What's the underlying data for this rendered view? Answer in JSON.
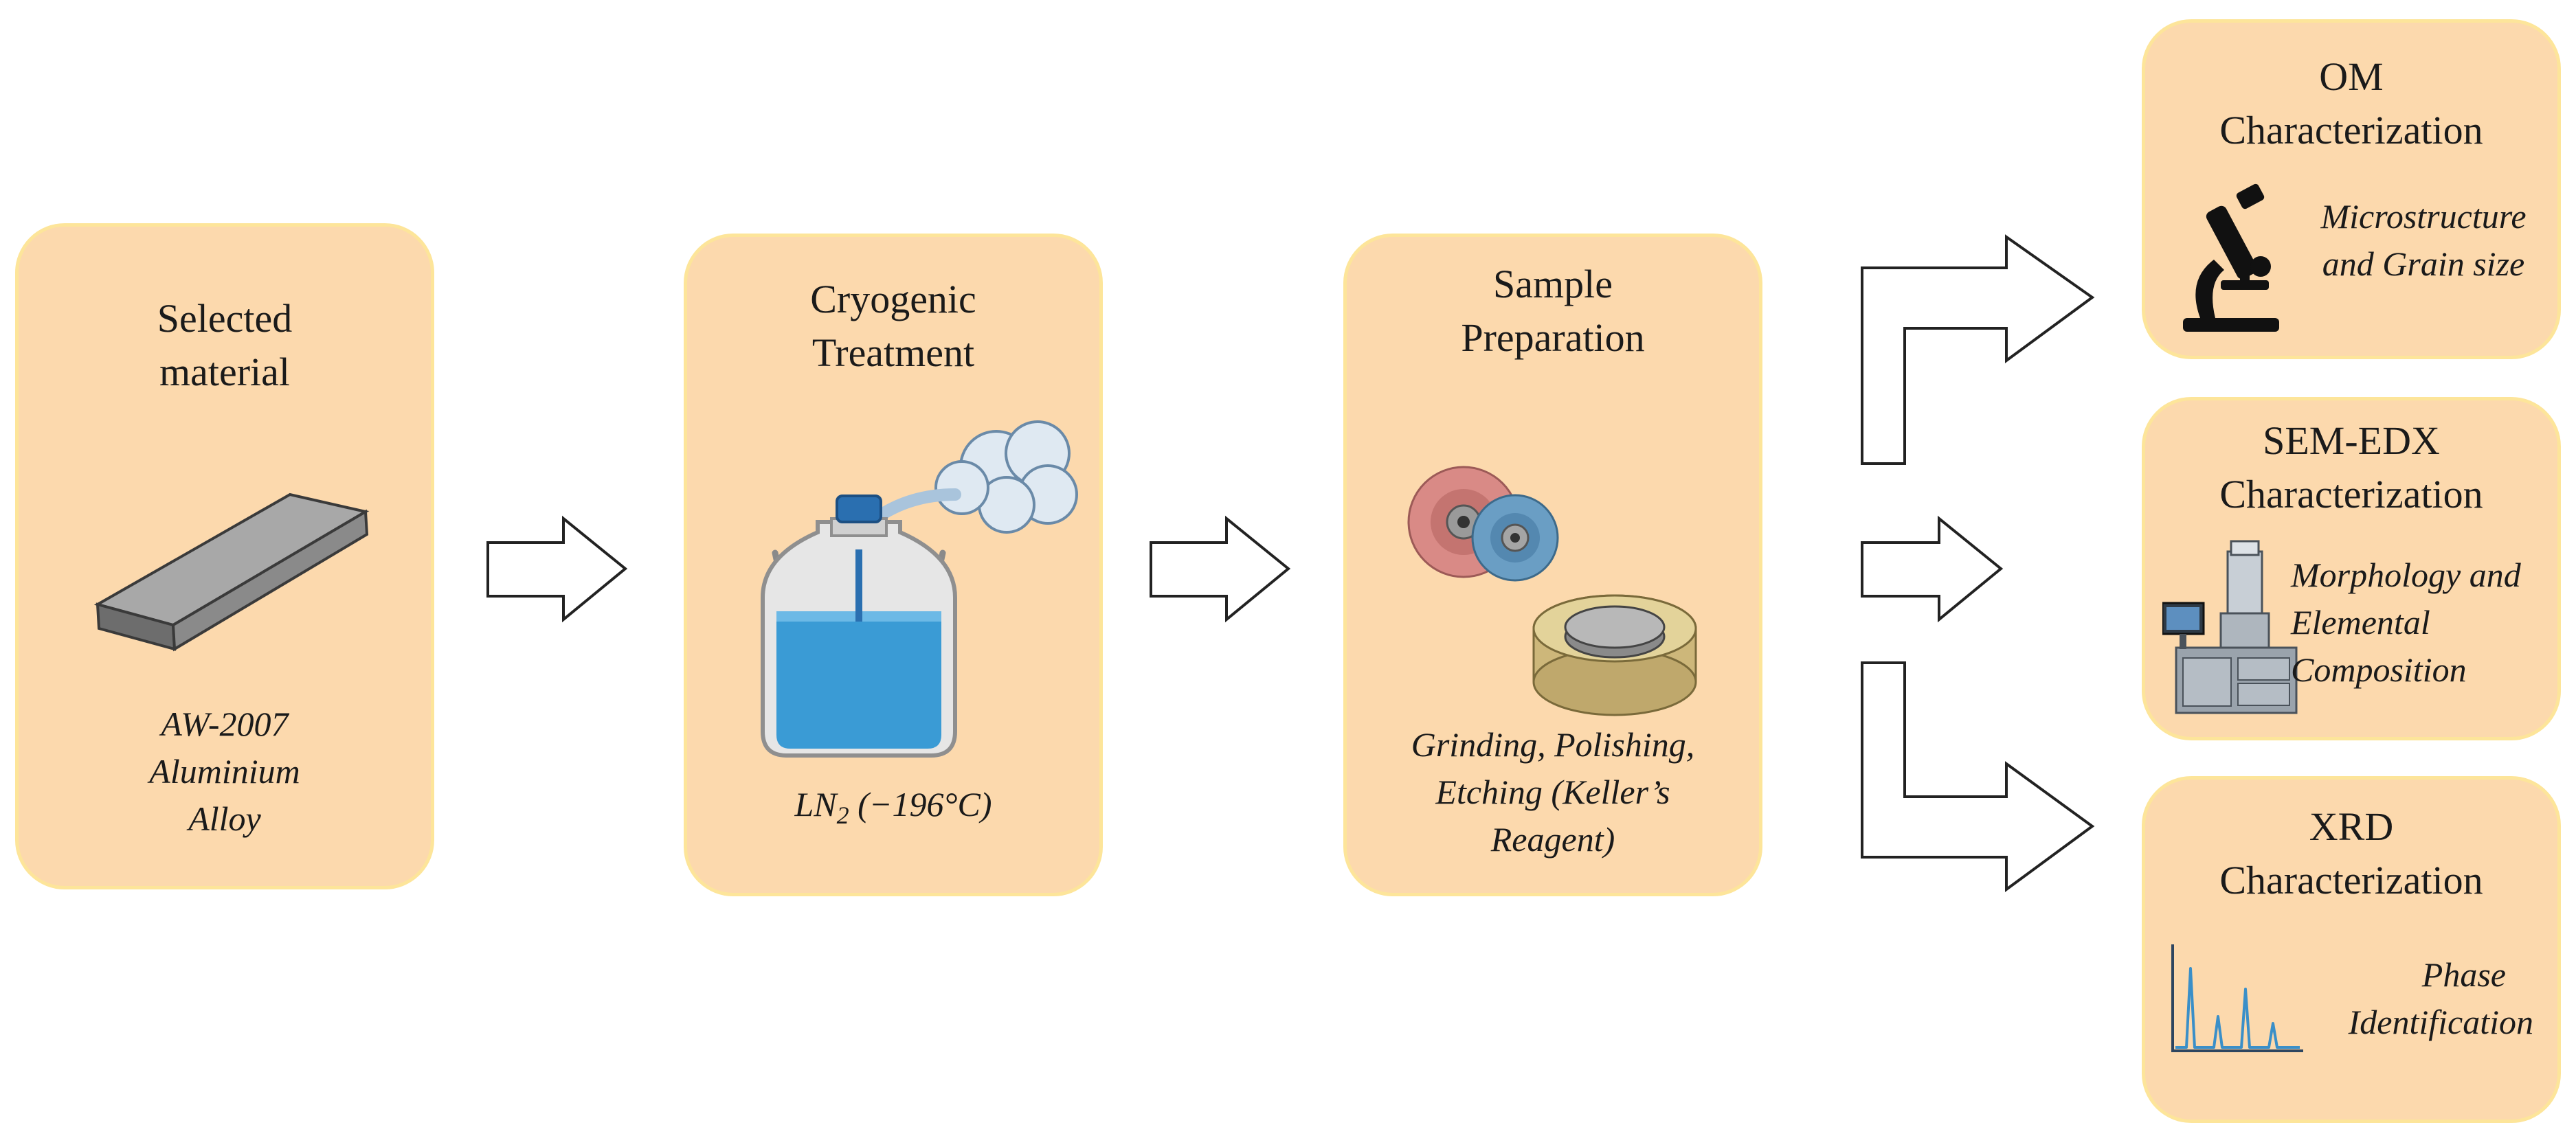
{
  "steps": {
    "selected_material": {
      "title_l1": "Selected",
      "title_l2": "material",
      "sub_l1": "AW-2007",
      "sub_l2": "Aluminium",
      "sub_l3": "Alloy",
      "icon": "aluminium-bar-icon"
    },
    "cryogenic": {
      "title_l1": "Cryogenic",
      "title_l2": "Treatment",
      "sub_main": "LN",
      "sub_subscript": "2",
      "sub_rest": " (−196°C)",
      "icon": "liquid-nitrogen-dewar-icon"
    },
    "sample_prep": {
      "title_l1": "Sample",
      "title_l2": "Preparation",
      "sub_l1": "Grinding, Polishing,",
      "sub_l2": "Etching (Keller’s",
      "sub_l3": "Reagent)",
      "icon": "grinding-discs-icon"
    }
  },
  "characterization": {
    "om": {
      "title_l1": "OM",
      "title_l2": "Characterization",
      "sub_l1": "Microstructure",
      "sub_l2": "and Grain size",
      "icon": "microscope-icon"
    },
    "sem": {
      "title_l1": "SEM-EDX",
      "title_l2": "Characterization",
      "sub_l1": "Morphology and",
      "sub_l2": "Elemental",
      "sub_l3": "Composition",
      "icon": "electron-microscope-icon"
    },
    "xrd": {
      "title_l1": "XRD",
      "title_l2": "Characterization",
      "sub_l1": "Phase",
      "sub_l2": "Identification",
      "icon": "diffraction-pattern-icon"
    }
  },
  "colors": {
    "box_fill": "#fcd9ad",
    "box_border": "#fde59a",
    "arrow_stroke": "#222222",
    "liquid": "#3a9bd5",
    "cap": "#2a6fb0"
  }
}
